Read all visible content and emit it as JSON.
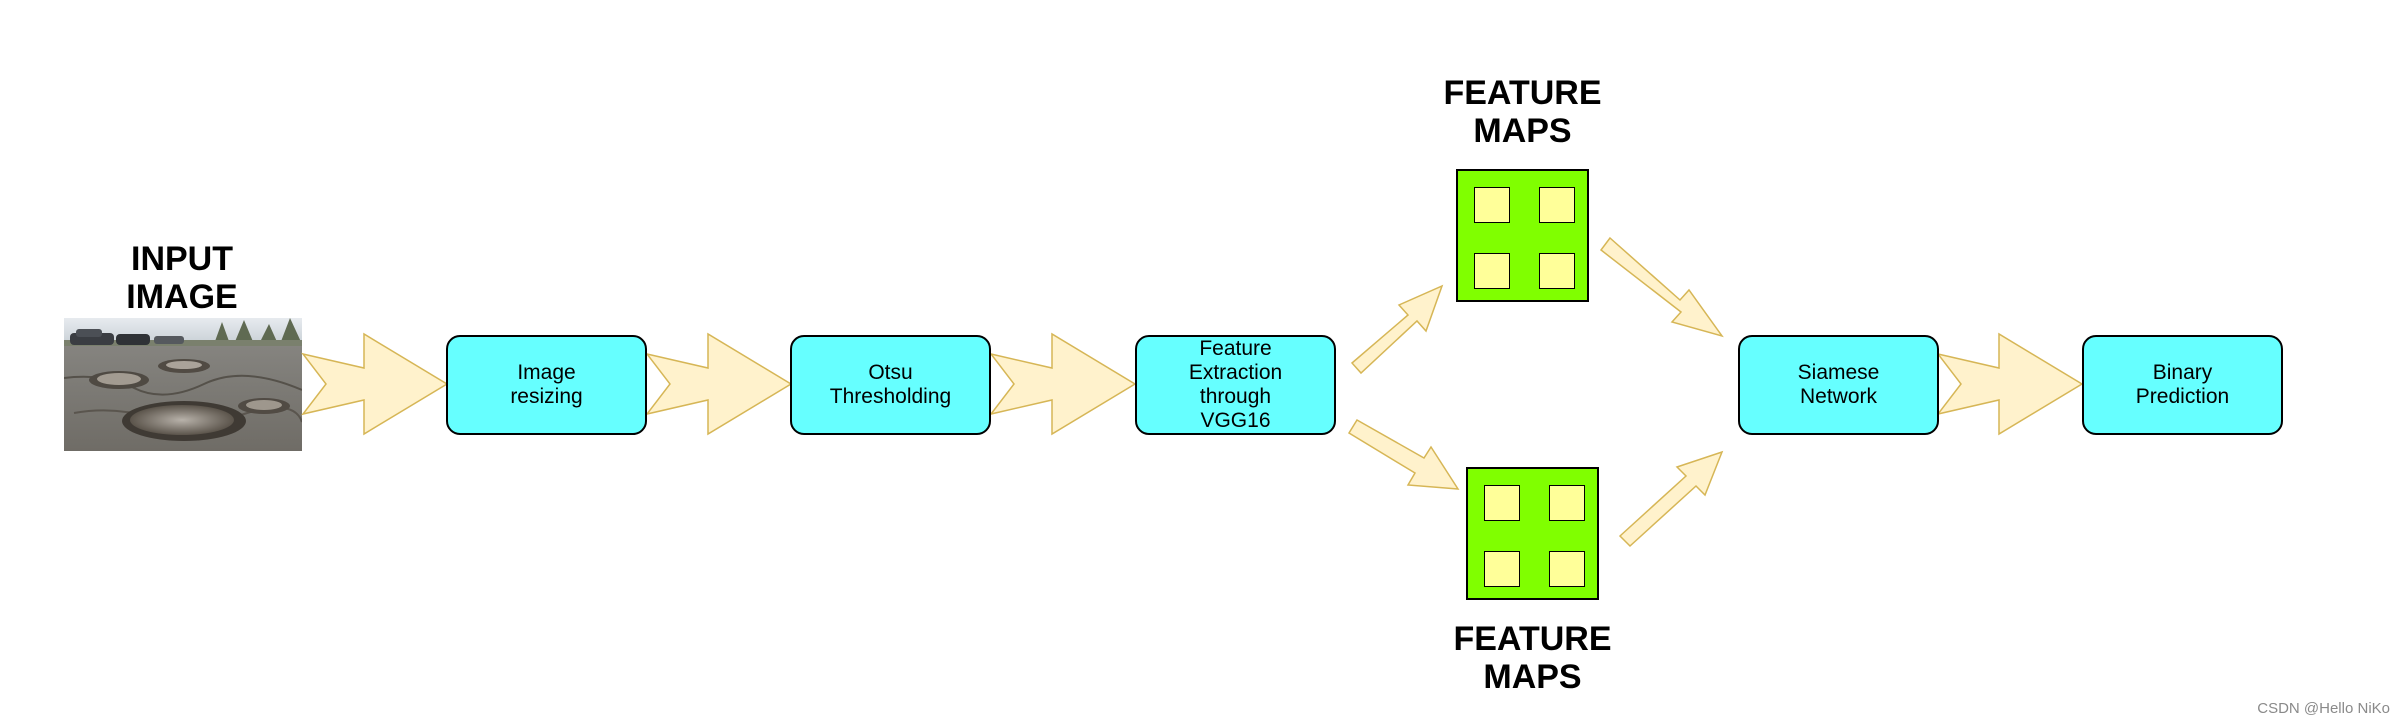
{
  "titles": {
    "input": "INPUT\nIMAGE",
    "feature_maps_top": "FEATURE\nMAPS",
    "feature_maps_bottom": "FEATURE\nMAPS"
  },
  "steps": [
    {
      "label": "Image\nresizing"
    },
    {
      "label": "Otsu\nThresholding"
    },
    {
      "label": "Feature\nExtraction\nthrough\nVGG16"
    },
    {
      "label": "Siamese\nNetwork"
    },
    {
      "label": "Binary\nPrediction"
    }
  ],
  "watermark": "CSDN @Hello NiKo",
  "colors": {
    "process_box": "#66ffff",
    "feature_map": "#80ff00",
    "feature_cell": "#ffff99",
    "arrow_fill": "#fff2cc",
    "arrow_stroke": "#d6b656"
  },
  "icons": {
    "input_image": "pothole-road-photo"
  }
}
